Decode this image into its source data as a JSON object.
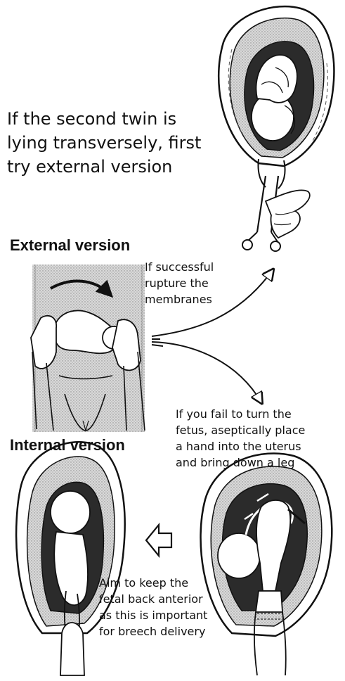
{
  "intro": {
    "line1": "If the second twin is",
    "line2": "lying transversely, first",
    "line3": "try external version"
  },
  "external": {
    "heading": "External version",
    "success": {
      "line1": "If successful",
      "line2": "rupture the",
      "line3": "membranes"
    },
    "fail": {
      "line1": "If you fail to turn the",
      "line2": "fetus, aseptically place",
      "line3": "a hand into the uterus",
      "line4": "and bring down a leg"
    }
  },
  "internal": {
    "heading": "Internal version",
    "note": {
      "line1": "Aim to keep the",
      "line2": "fetal back anterior",
      "line3": "as this is important",
      "line4": "for breech delivery"
    }
  }
}
